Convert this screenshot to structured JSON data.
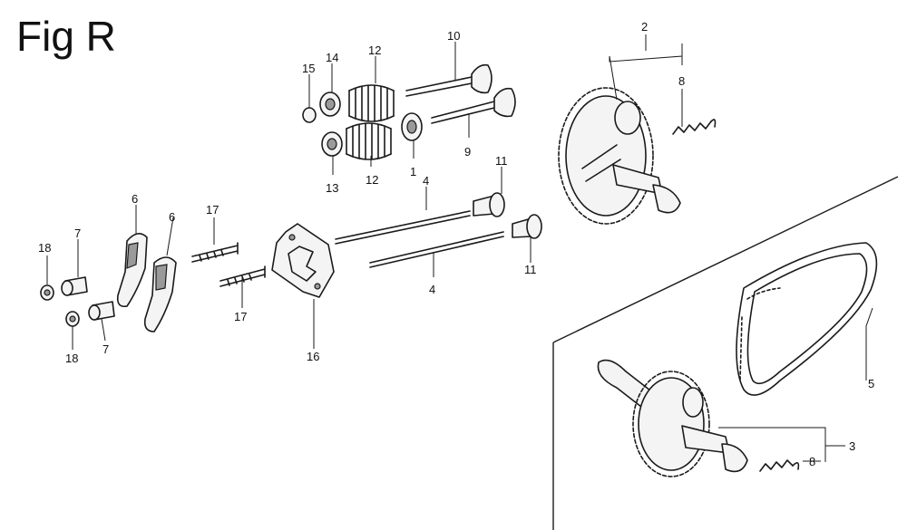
{
  "figure": {
    "title": "Fig R"
  },
  "callouts": {
    "c1": "1",
    "c2": "2",
    "c3": "3",
    "c4a": "4",
    "c4b": "4",
    "c5": "5",
    "c6a": "6",
    "c6b": "6",
    "c7a": "7",
    "c7b": "7",
    "c8a": "8",
    "c8b": "8",
    "c9": "9",
    "c10": "10",
    "c11a": "11",
    "c11b": "11",
    "c12a": "12",
    "c12b": "12",
    "c13": "13",
    "c14": "14",
    "c15": "15",
    "c16": "16",
    "c17a": "17",
    "c17b": "17",
    "c18a": "18",
    "c18b": "18"
  }
}
